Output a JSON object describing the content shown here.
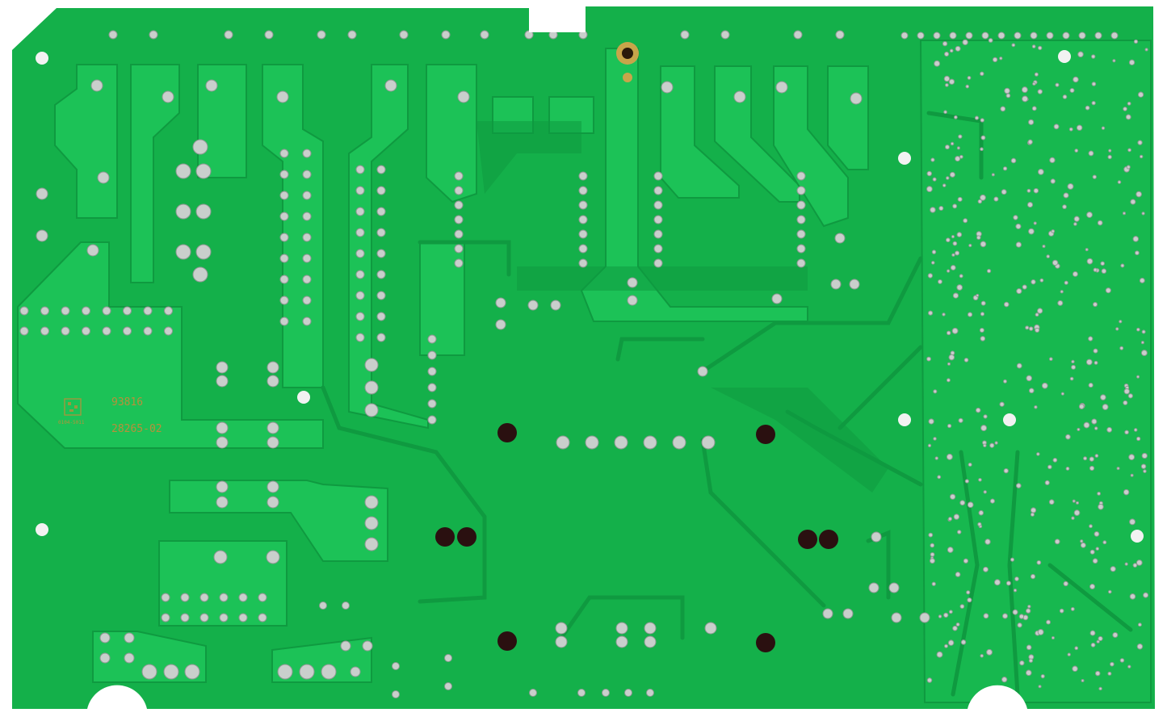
{
  "image": {
    "subject": "pcb-board-solder-side",
    "colors": {
      "board": "#14b04a",
      "copper_pour": "#1cc257",
      "trace_shadow": "#0e8a3a",
      "pad": "#c9cfcc",
      "hole": "#1a1010",
      "silkscreen": "#b8903a",
      "background": "#ffffff"
    },
    "markings": {
      "part_number": "93816",
      "revision": "28265-02",
      "code_text": "0104-5011"
    }
  }
}
